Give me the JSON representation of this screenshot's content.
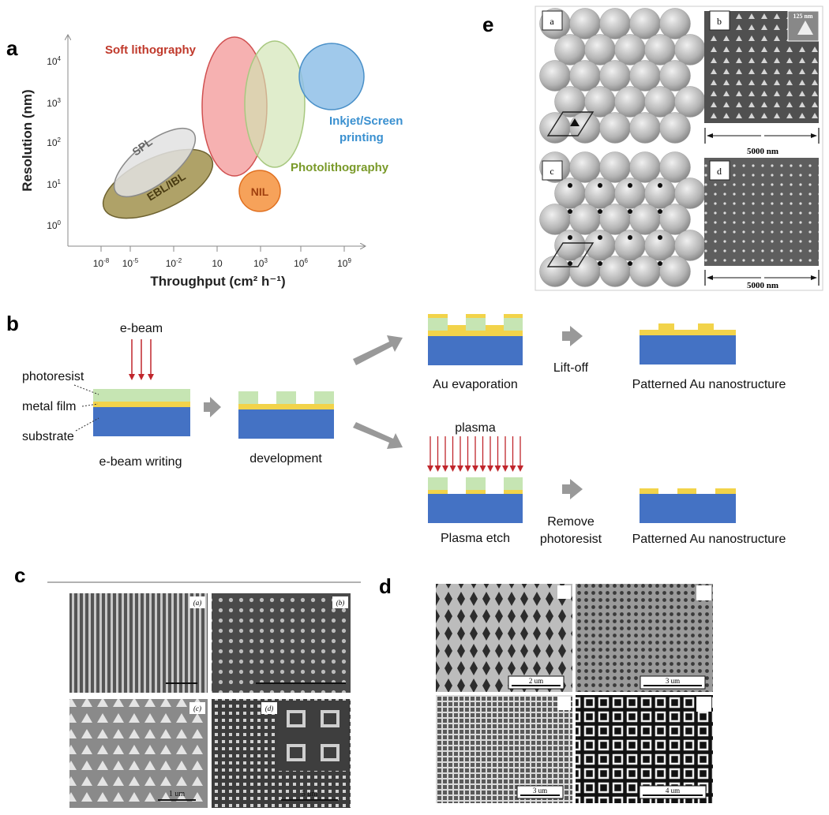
{
  "panel_labels": {
    "a": "a",
    "b": "b",
    "c": "c",
    "d": "d",
    "e": "e"
  },
  "panel_a": {
    "xlabel": "Throughput (cm² h⁻¹)",
    "ylabel": "Resolution (nm)",
    "x_ticks": [
      {
        "exp": "-8"
      },
      {
        "exp": "-5"
      },
      {
        "exp": "-2"
      },
      {
        "text": "10"
      },
      {
        "exp": "3"
      },
      {
        "exp": "6"
      },
      {
        "exp": "9"
      }
    ],
    "y_ticks": [
      {
        "exp": "0"
      },
      {
        "exp": "1"
      },
      {
        "exp": "2"
      },
      {
        "exp": "3"
      },
      {
        "exp": "4"
      }
    ],
    "regions": [
      {
        "label": "Soft lithography",
        "color": "#c0392b",
        "fill": "#f5a3a3"
      },
      {
        "label": "Photolithography",
        "color": "#7a9a2a",
        "fill": "#cfe3b0"
      },
      {
        "label_lines": [
          "Inkjet/Screen",
          "printing"
        ],
        "color": "#3a90d0",
        "fill": "#8fc0e8"
      },
      {
        "label": "SPL",
        "color": "#666666",
        "fill": "#dddddd"
      },
      {
        "label": "EBL/IBL",
        "color": "#5a4a20",
        "fill": "#a69858"
      },
      {
        "label": "NIL",
        "color": "#a0400f",
        "fill": "#f6a25a"
      }
    ]
  },
  "panel_b": {
    "ebeam": "e-beam",
    "photoresist": "photoresist",
    "metal_film": "metal film",
    "substrate": "substrate",
    "step1": "e-beam writing",
    "step2": "development",
    "au_evap": "Au evaporation",
    "liftoff": "Lift-off",
    "patterned_top": "Patterned Au nanostructure",
    "plasma": "plasma",
    "plasma_etch": "Plasma etch",
    "remove1": "Remove",
    "remove2": "photoresist",
    "patterned_bottom": "Patterned Au nanostructure",
    "colors": {
      "resist": "#c6e5b3",
      "metal": "#f2d34a",
      "substrate": "#4472c4",
      "arrow": "#999999",
      "beam": "#c0262c"
    }
  },
  "panel_c": {
    "sublabels": [
      "(a)",
      "(b)",
      "(c)",
      "(d)"
    ],
    "scale_bar": "1 um",
    "scale_bar_d": "5 um"
  },
  "panel_d": {
    "scale_bars": [
      "2 um",
      "3 um",
      "3 um",
      "4 um"
    ]
  },
  "panel_e": {
    "sublabels": [
      "a",
      "b",
      "c",
      "d"
    ],
    "inset": "125 nm",
    "scale_b": "5000 nm",
    "scale_d": "5000 nm"
  }
}
